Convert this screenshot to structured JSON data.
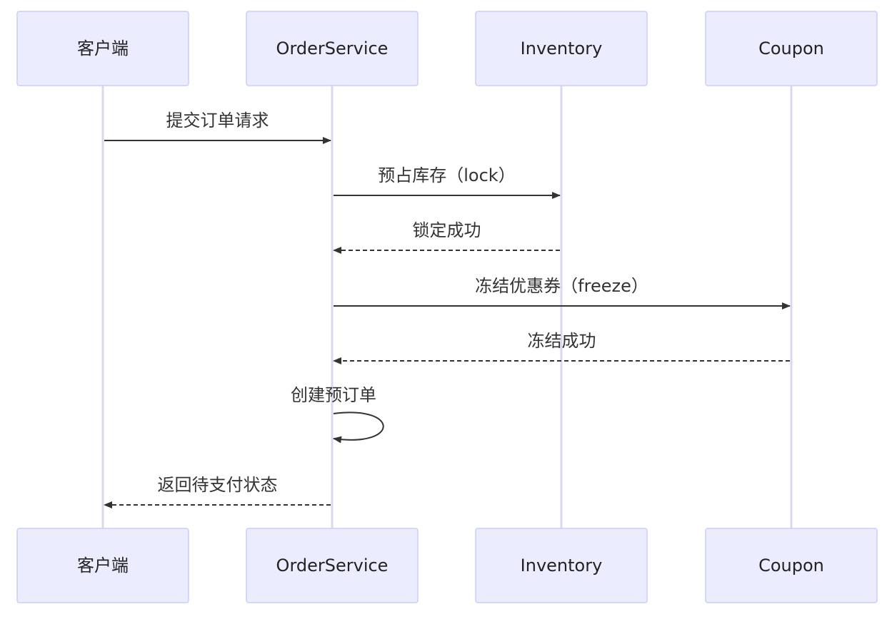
{
  "participants": [
    {
      "id": "client",
      "label": "客户端"
    },
    {
      "id": "order",
      "label": "OrderService"
    },
    {
      "id": "inventory",
      "label": "Inventory"
    },
    {
      "id": "coupon",
      "label": "Coupon"
    }
  ],
  "messages": [
    {
      "from": "client",
      "to": "order",
      "label": "提交订单请求",
      "style": "solid"
    },
    {
      "from": "order",
      "to": "inventory",
      "label": "预占库存（lock）",
      "style": "solid"
    },
    {
      "from": "inventory",
      "to": "order",
      "label": "锁定成功",
      "style": "dashed"
    },
    {
      "from": "order",
      "to": "coupon",
      "label": "冻结优惠券（freeze）",
      "style": "solid"
    },
    {
      "from": "coupon",
      "to": "order",
      "label": "冻结成功",
      "style": "dashed"
    },
    {
      "from": "order",
      "to": "order",
      "label": "创建预订单",
      "style": "solid"
    },
    {
      "from": "order",
      "to": "client",
      "label": "返回待支付状态",
      "style": "dashed"
    }
  ],
  "colors": {
    "actor_fill": "#ECECFF",
    "actor_border": "#CCCCFF",
    "lifeline": "#D8D8EE",
    "arrow": "#333333"
  }
}
